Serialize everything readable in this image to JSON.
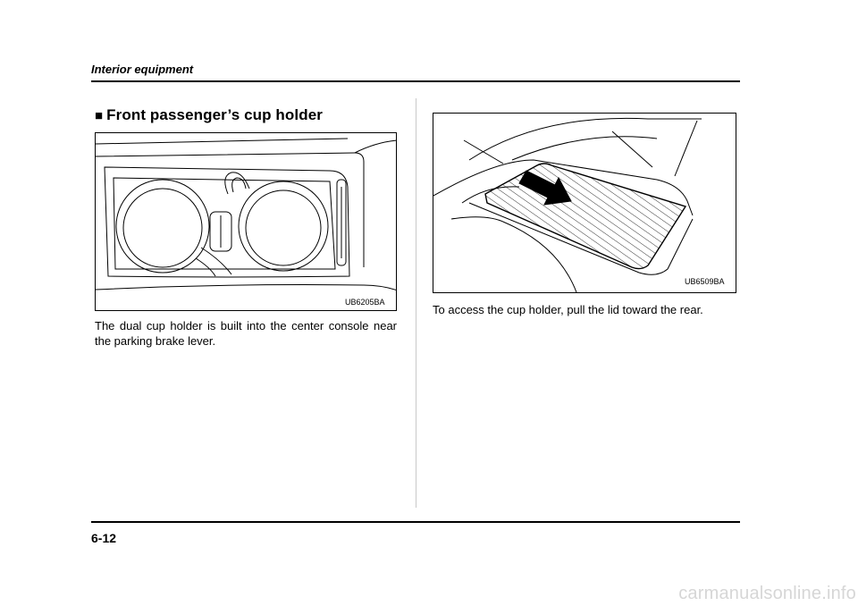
{
  "header": {
    "title": "Interior equipment"
  },
  "section": {
    "marker": "■",
    "title": "Front passenger’s cup holder"
  },
  "figures": {
    "left_code": "UB6205BA",
    "right_code": "UB6509BA"
  },
  "body": {
    "left": "The dual cup holder is built into the center console near the parking brake lever.",
    "right": "To access the cup holder, pull the lid toward the rear."
  },
  "footer": {
    "page_number": "6-12"
  },
  "watermark": "carmanualsonline.info"
}
